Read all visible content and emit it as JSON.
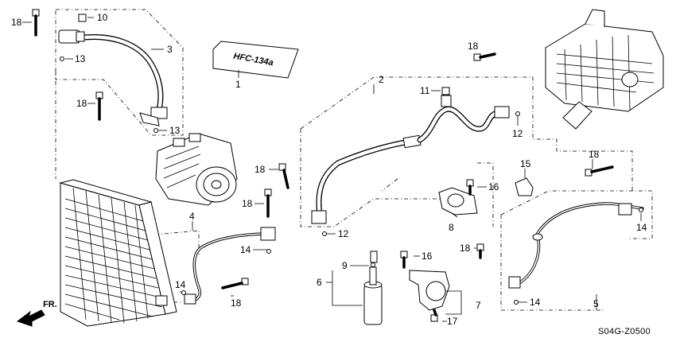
{
  "diagram_code": "S04G-Z0500",
  "direction_label": "FR.",
  "label_plate_text": "HFC-134a",
  "callouts": {
    "c1": "1",
    "c2": "2",
    "c3": "3",
    "c4": "4",
    "c5": "5",
    "c6": "6",
    "c7": "7",
    "c8": "8",
    "c9": "9",
    "c10": "10",
    "c11": "11",
    "c12a": "12",
    "c12b": "12",
    "c13a": "13",
    "c13b": "13",
    "c14a": "14",
    "c14b": "14",
    "c14c": "14",
    "c14d": "14",
    "c15": "15",
    "c16a": "16",
    "c16b": "16",
    "c17": "17",
    "c18a": "18",
    "c18b": "18",
    "c18c": "18",
    "c18d": "18",
    "c18e": "18",
    "c18f": "18",
    "c18g": "18"
  }
}
